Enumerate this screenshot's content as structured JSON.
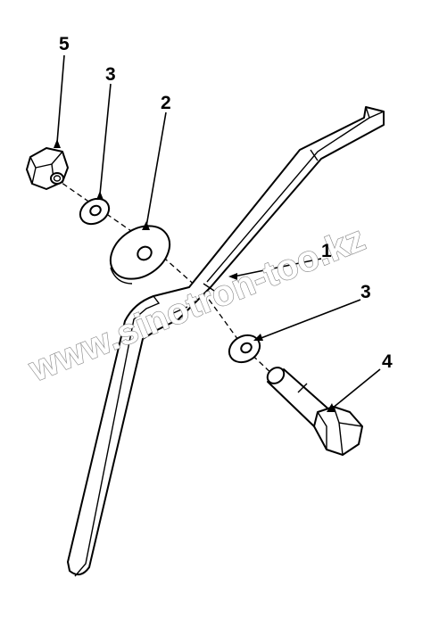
{
  "callouts": [
    {
      "id": "5",
      "label": "5"
    },
    {
      "id": "3a",
      "label": "3"
    },
    {
      "id": "2",
      "label": "2"
    },
    {
      "id": "1",
      "label": "1"
    },
    {
      "id": "3b",
      "label": "3"
    },
    {
      "id": "4",
      "label": "4"
    }
  ],
  "watermark": "www.sinotron-too.kz",
  "parts": {
    "1": "bracket-icon",
    "2": "large-washer-icon",
    "3": "small-washer-icon",
    "4": "hex-bolt-icon",
    "5": "hex-nut-icon"
  }
}
